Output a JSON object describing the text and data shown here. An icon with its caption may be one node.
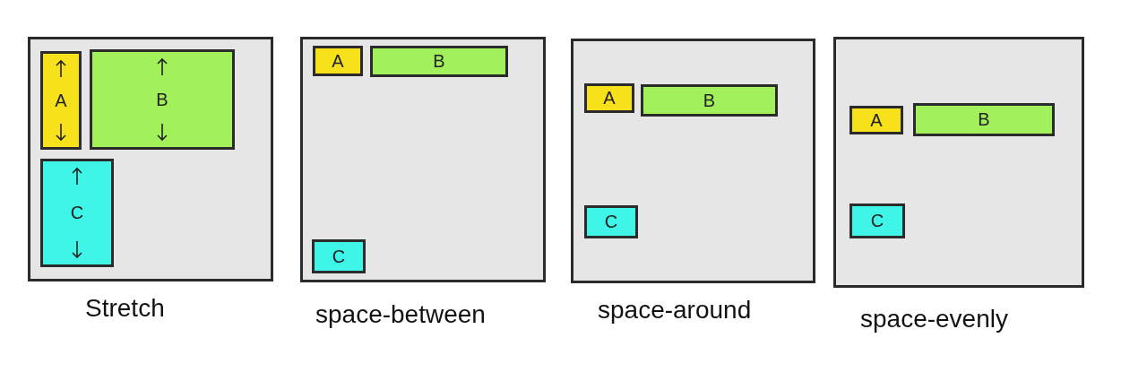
{
  "diagram": {
    "nodes": [
      {
        "text": [],
        "shape": "box",
        "beside": [
          "Stretch"
        ]
      },
      {
        "text": [
          "A"
        ],
        "in": 0
      },
      {
        "text": [
          "B"
        ],
        "in": 0
      },
      {
        "text": [
          "C"
        ],
        "in": 0
      },
      {
        "text": [],
        "shape": "box",
        "beside": [
          "space-between"
        ]
      },
      {
        "text": [
          "A"
        ],
        "in": 4
      },
      {
        "text": [
          "B"
        ],
        "in": 4
      },
      {
        "text": [
          "C"
        ],
        "in": 4
      },
      {
        "text": [],
        "shape": "box",
        "beside": [
          "space-around"
        ]
      },
      {
        "text": [
          "A"
        ],
        "in": 8
      },
      {
        "text": [
          "B"
        ],
        "in": 8
      },
      {
        "text": [
          "C"
        ],
        "in": 8
      },
      {
        "text": [],
        "shape": "box",
        "beside": [
          "space-evenly"
        ]
      },
      {
        "text": [
          "A"
        ],
        "in": 12
      },
      {
        "text": [
          "B"
        ],
        "in": 12
      },
      {
        "text": [
          "C"
        ],
        "in": 12
      }
    ]
  }
}
